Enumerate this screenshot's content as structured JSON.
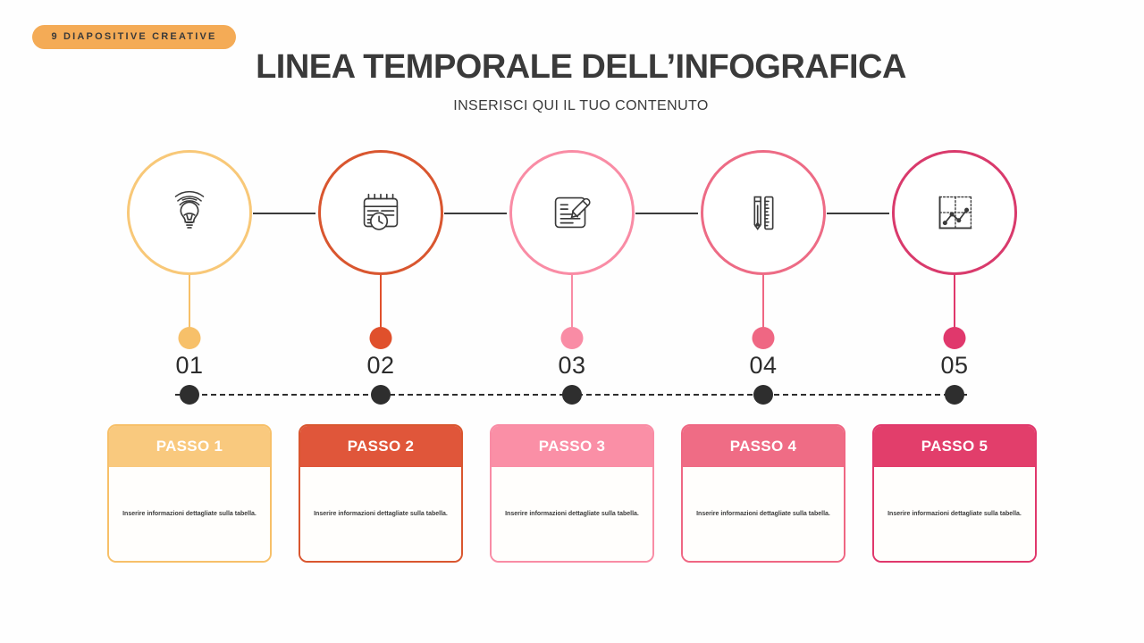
{
  "badge": {
    "text": "9 DIAPOSITIVE CREATIVE",
    "color": "#f4ab56"
  },
  "header": {
    "title": "LINEA TEMPORALE DELL’INFOGRAFICA",
    "subtitle": "INSERISCI QUI IL TUO CONTENUTO"
  },
  "timeline": {
    "rail_style": "dashed",
    "node_color": "#2e2e2e",
    "connector_color": "#3b3b3b"
  },
  "steps": [
    {
      "number": "01",
      "icon": "lightbulb-idea-icon",
      "color": "#f7c069",
      "ring_color": "#f8c878",
      "card_title": "PASSO 1",
      "card_text": "Inserire informazioni dettagliate sulla tabella."
    },
    {
      "number": "02",
      "icon": "calendar-clock-icon",
      "color": "#e0502c",
      "ring_color": "#d9562f",
      "card_title": "PASSO 2",
      "card_text": "Inserire informazioni dettagliate sulla tabella."
    },
    {
      "number": "03",
      "icon": "document-pencil-icon",
      "color": "#f98ca5",
      "ring_color": "#f98ca5",
      "card_title": "PASSO 3",
      "card_text": "Inserire informazioni dettagliate sulla tabella."
    },
    {
      "number": "04",
      "icon": "pencil-ruler-icon",
      "color": "#ef6783",
      "ring_color": "#ed6b85",
      "card_title": "PASSO 4",
      "card_text": "Inserire informazioni dettagliate sulla tabella."
    },
    {
      "number": "05",
      "icon": "line-chart-icon",
      "color": "#e0386c",
      "ring_color": "#d93a6c",
      "card_title": "PASSO 5",
      "card_text": "Inserire informazioni dettagliate sulla tabella."
    }
  ]
}
